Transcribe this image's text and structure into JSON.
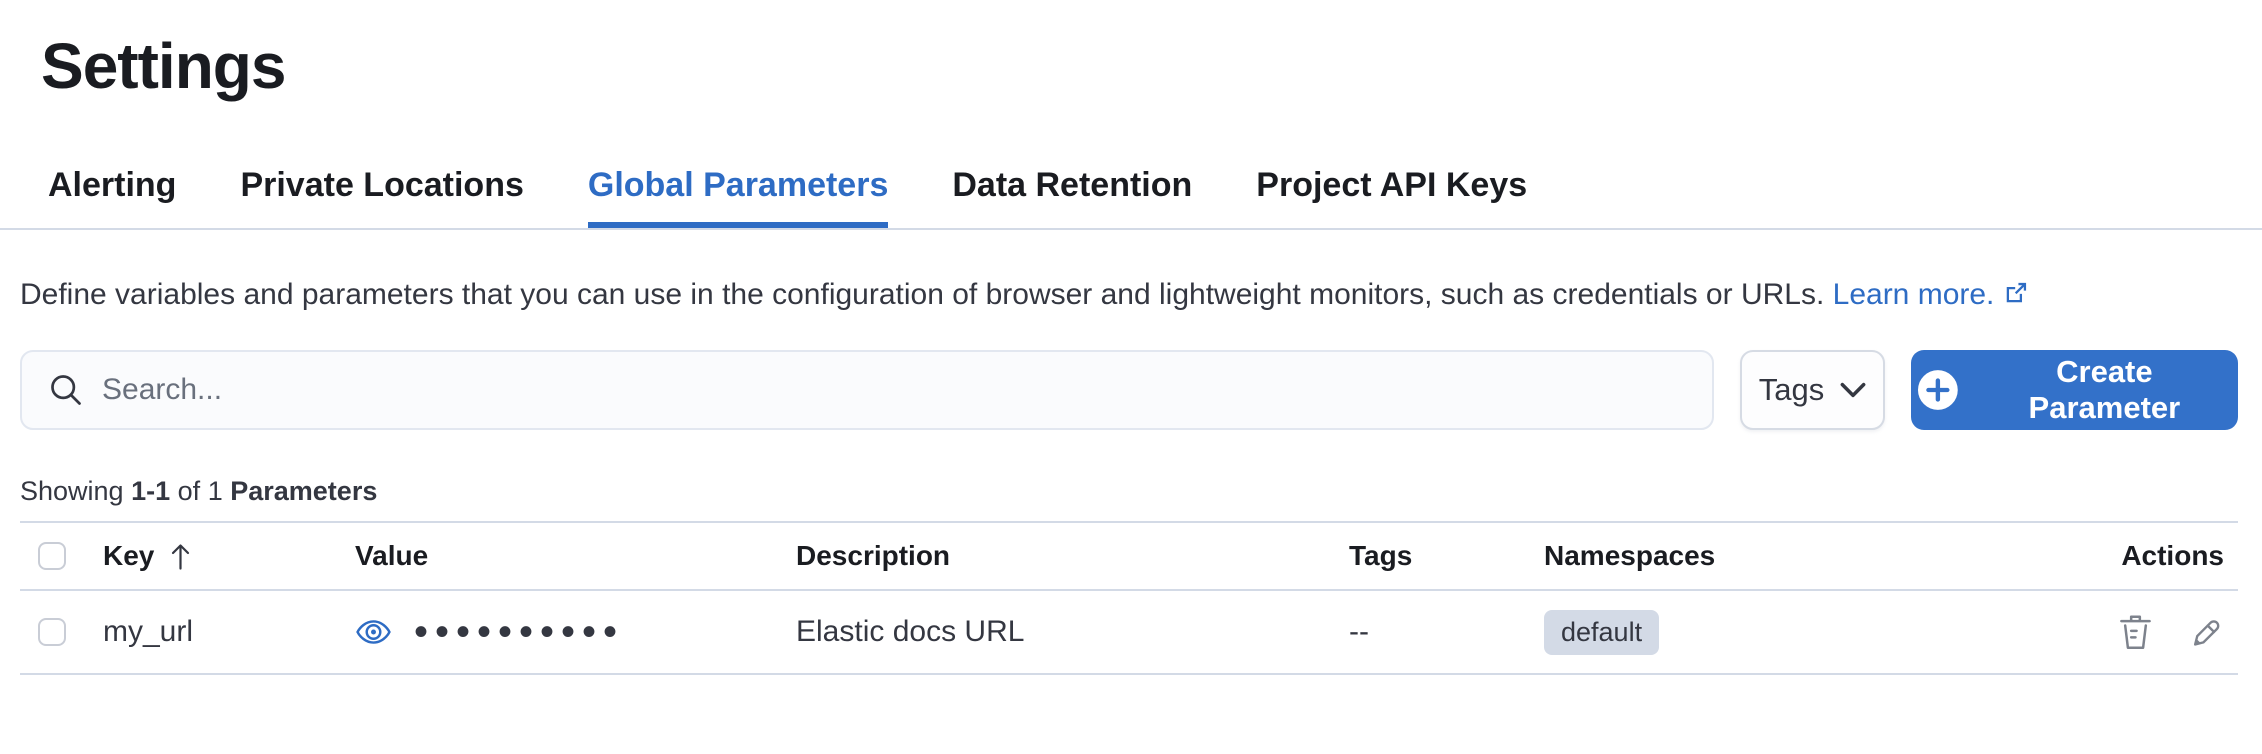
{
  "page": {
    "title": "Settings"
  },
  "tabs": [
    {
      "label": "Alerting"
    },
    {
      "label": "Private Locations"
    },
    {
      "label": "Global Parameters"
    },
    {
      "label": "Data Retention"
    },
    {
      "label": "Project API Keys"
    }
  ],
  "active_tab": "Global Parameters",
  "description": {
    "text": "Define variables and parameters that you can use in the configuration of browser and lightweight monitors, such as credentials or URLs.",
    "link_label": "Learn more."
  },
  "toolbar": {
    "search_placeholder": "Search...",
    "search_value": "",
    "tags_label": "Tags",
    "create_label": "Create Parameter"
  },
  "summary": {
    "showing_label": "Showing",
    "range": "1-1",
    "of_label": "of",
    "total": "1",
    "entity": "Parameters"
  },
  "table": {
    "columns": [
      "Key",
      "Value",
      "Description",
      "Tags",
      "Namespaces",
      "Actions"
    ],
    "sorted_by": "Key",
    "sort_direction": "ascending",
    "rows": [
      {
        "key": "my_url",
        "value_masked": "••••••••••",
        "description": "Elastic docs URL",
        "tags": "--",
        "namespaces": [
          "default"
        ]
      }
    ]
  },
  "icons": {
    "search": "magnifier",
    "chevron_down": "dropdown arrow",
    "plus_in_circle": "create/add",
    "external_link": "opens in new window",
    "sort_asc": "ascending arrow",
    "eye": "reveal masked value",
    "trash": "delete parameter",
    "pencil": "edit parameter"
  },
  "colors": {
    "primary_blue": "#2e6cc4",
    "button_blue": "#3371c9",
    "text": "#343741",
    "title_text": "#1a1c21",
    "subdued_text": "#69707d",
    "border": "#d3dae6",
    "badge_bg": "#d3dae6",
    "action_icon_gray": "#7d828c"
  }
}
